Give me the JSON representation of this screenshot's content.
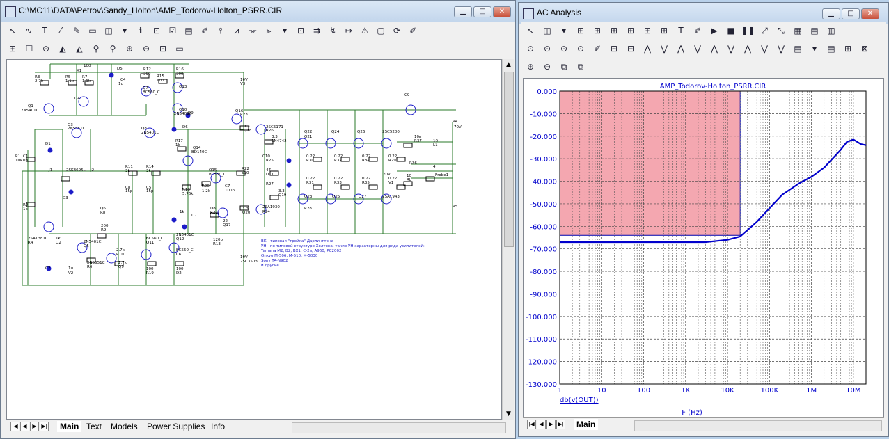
{
  "schematic_window": {
    "title": "C:\\MC11\\DATA\\Petrov\\Sandy_Holton\\AMP_Todorov-Holton_PSRR.CIR",
    "min_btn": "▁",
    "max_btn": "□",
    "close_btn": "✕",
    "toolbar1": [
      "↖",
      "∿",
      "T",
      "⁄",
      "✎",
      "▭",
      "◫",
      "▾",
      "ℹ",
      "⊡",
      "☑",
      "▤",
      "✐",
      "⫯",
      "⩘",
      "⫘",
      "⫸",
      "▾",
      "⊡",
      "⇉",
      "↯",
      "↦",
      "⚠",
      "▢",
      "⟳",
      "✐"
    ],
    "toolbar2": [
      "⊞",
      "☐",
      "⊙",
      "◭",
      "◭",
      "⚲",
      "⚲",
      "⊕",
      "⊖",
      "⊡",
      "▭"
    ],
    "tabs": [
      "Main",
      "Text",
      "Models",
      "Power Supplies",
      "Info"
    ],
    "active_tab": "Main",
    "components": [
      "R3",
      "2.7k",
      "R5",
      "1.1k",
      "R7",
      "1.1k",
      "X1",
      "100",
      "D5",
      "C4",
      "1u",
      "R12",
      "390",
      "R15",
      "100",
      "R16",
      "390",
      "Q4",
      "Q7",
      "BC560_C",
      "Q13",
      "Q1",
      "2N5401C",
      "Q3",
      "2N5551C",
      "Q10",
      "2N5401C",
      "D9",
      "D6",
      "Q8",
      "2N5401C",
      "D1",
      "C1",
      "0p",
      "R1",
      "10k",
      "2SK3695L",
      "J1",
      "J2",
      "R11",
      "3k",
      "R14",
      "3k",
      "C8",
      "15p",
      "C5",
      "15p",
      "R17",
      "1k",
      "Q14",
      "BD140C",
      "Q15",
      "BC550_C",
      "R18",
      "5.76k",
      "R20",
      "1.2k",
      "C7",
      "100n",
      "R22",
      "510",
      "R2",
      "1k",
      "D3",
      "Q6",
      "R8",
      "200",
      "R9",
      "1k",
      "D7",
      "D8",
      "R21",
      "22",
      "Q17",
      "2SA1381C",
      "R4",
      "1k",
      "Q2",
      "2N5401C",
      "Q5",
      "2N5551C",
      "R6",
      "2.7k",
      "R10",
      "2.7k",
      "Q9",
      "BC560_C",
      "Q11",
      "2N5401C",
      "Q12",
      "BC550_C",
      "C6",
      "120p",
      "R13",
      "100",
      "R19",
      "100",
      "D2",
      "C2",
      "1u",
      "V2",
      "10V",
      "V3",
      "10V",
      "2SC3503C",
      "Q16",
      "R23",
      "3.3",
      "Q18",
      "2SC5171",
      "R26",
      "3.3",
      "1N4742",
      "C10",
      "R25",
      "47",
      "D11",
      "R27",
      "3.3",
      "Q19",
      "2SA1930",
      "R24",
      "3.3",
      "Q20",
      "Q22",
      "Q24",
      "Q26",
      "2SC5200",
      "Q21",
      "Q23",
      "Q25",
      "Q27",
      "2SA1943",
      "R28",
      "0.22",
      "R30",
      "0.22",
      "R32",
      "0.22",
      "R34",
      "0.22",
      "R29",
      "0.22",
      "R31",
      "0.22",
      "R33",
      "0.22",
      "R35",
      "0.22",
      "V1",
      "C9",
      "10n",
      "R37",
      "10",
      "L1",
      "R36",
      "10",
      "RL",
      "4",
      "Probe1",
      "70V",
      "V4",
      "70V",
      "V5"
    ],
    "notes": [
      "ВК - типовая \"тройка\" Дарлингтона",
      "УН - по типовой структуре Холтона, такие УН характерны для ряда усилителей:",
      "Yamaha M2, B2, BX1, C-2a, A960, PC2002",
      "Onkyo M-506, M-510, M-5030",
      "Sony TA-N902",
      "и другие"
    ]
  },
  "analysis_window": {
    "title": "AC Analysis",
    "min_btn": "▁",
    "max_btn": "□",
    "close_btn": "✕",
    "toolbar1": [
      "↖",
      "◫",
      "▾",
      "⊞",
      "⊞",
      "⊞",
      "⊞",
      "⊞",
      "⊞",
      "T",
      "✐",
      "▶",
      "■",
      "❚❚",
      "⤢",
      "⤡",
      "▦",
      "▤",
      "▥"
    ],
    "toolbar2": [
      "⊙",
      "⊙",
      "⊙",
      "⊙",
      "✐",
      "⊟",
      "⊟",
      "⋀",
      "⋁",
      "⋀",
      "⋁",
      "⋀",
      "⋁",
      "⋀",
      "⋁",
      "⋁",
      "▤",
      "▾",
      "▤",
      "⊞",
      "⊠"
    ],
    "toolbar3": [
      "⊕",
      "⊖",
      "⧉",
      "⧉"
    ],
    "tabs": [
      "Main"
    ],
    "active_tab": "Main"
  },
  "chart_data": {
    "type": "line",
    "title": "AMP_Todorov-Holton_PSRR.CIR",
    "xlabel": "F (Hz)",
    "ylabel": "",
    "x_scale": "log",
    "xlim": [
      1,
      20000000
    ],
    "ylim": [
      -130,
      0
    ],
    "x_ticks": [
      "1",
      "10",
      "100",
      "1K",
      "10K",
      "100K",
      "1M",
      "10M"
    ],
    "y_ticks": [
      "0.000",
      "-10.000",
      "-20.000",
      "-30.000",
      "-40.000",
      "-50.000",
      "-60.000",
      "-70.000",
      "-80.000",
      "-90.000",
      "-100.000",
      "-110.000",
      "-120.000",
      "-130.000"
    ],
    "grid": true,
    "highlight_band": {
      "x_from": 1,
      "x_to": 20000,
      "y_from": -64,
      "y_to": 0,
      "color": "#f4a7b0"
    },
    "series": [
      {
        "name": "db(v(OUT))",
        "color": "#0000cc",
        "x": [
          1,
          10,
          100,
          1000,
          3000,
          10000,
          20000,
          50000,
          100000,
          200000,
          500000,
          1000000,
          2000000,
          5000000,
          7000000,
          10000000,
          15000000,
          20000000
        ],
        "y": [
          -67,
          -67,
          -67,
          -67,
          -67,
          -66,
          -64.5,
          -58,
          -52,
          -46,
          -41,
          -38,
          -34,
          -26,
          -22.5,
          -21.5,
          -23.5,
          -24
        ]
      }
    ],
    "trace_label": "db(v(OUT))"
  }
}
